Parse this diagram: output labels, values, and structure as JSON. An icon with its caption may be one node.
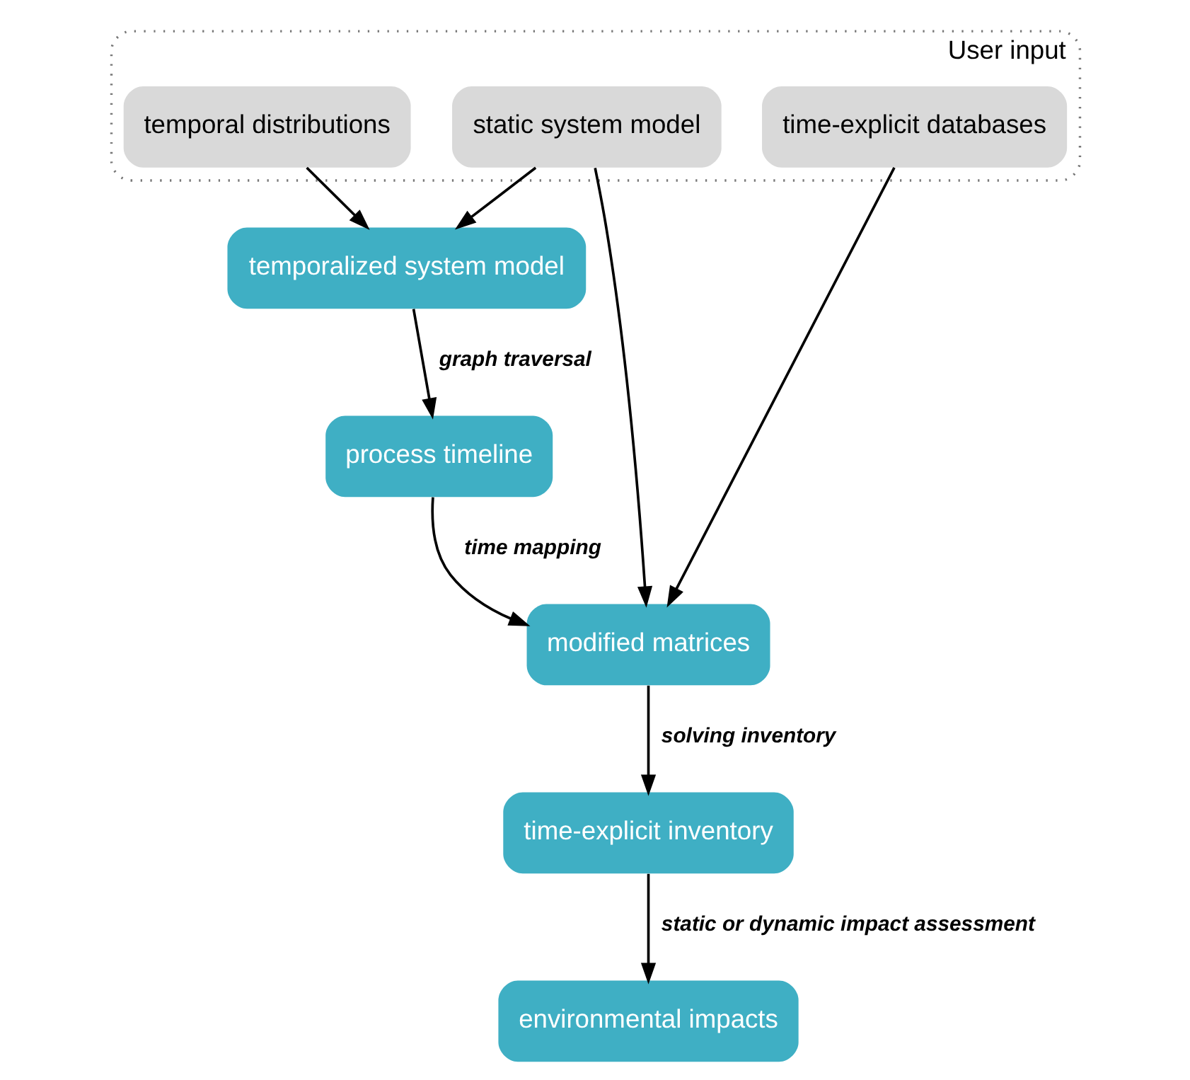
{
  "diagram": {
    "nodes": [
      {
        "text": [
          "User input"
        ]
      },
      {
        "text": [
          "temporal distributions"
        ],
        "in": 0
      },
      {
        "text": [
          "static system model"
        ],
        "in": 0
      },
      {
        "text": [
          "time-explicit databases"
        ],
        "in": 0
      },
      {
        "text": [
          "temporalized system model"
        ]
      },
      {
        "text": [
          "process timeline"
        ]
      },
      {
        "text": [
          "modified matrices"
        ]
      },
      {
        "text": [
          "time-explicit inventory"
        ]
      },
      {
        "text": [
          "environmental impacts"
        ]
      }
    ],
    "edges": [
      {
        "from": 1,
        "to": 4,
        "arrow": "to"
      },
      {
        "from": 2,
        "to": 4,
        "arrow": "to"
      },
      {
        "from": 4,
        "to": 5,
        "arrow": "to",
        "label": "graph traversal"
      },
      {
        "from": 5,
        "to": 6,
        "arrow": "to",
        "label": "time mapping"
      },
      {
        "from": 2,
        "to": 6,
        "arrow": "to"
      },
      {
        "from": 3,
        "to": 6,
        "arrow": "to"
      },
      {
        "from": 6,
        "to": 7,
        "arrow": "to",
        "label": "solving inventory"
      },
      {
        "from": 7,
        "to": 8,
        "arrow": "to",
        "label": "static or dynamic impact assessment"
      }
    ]
  }
}
